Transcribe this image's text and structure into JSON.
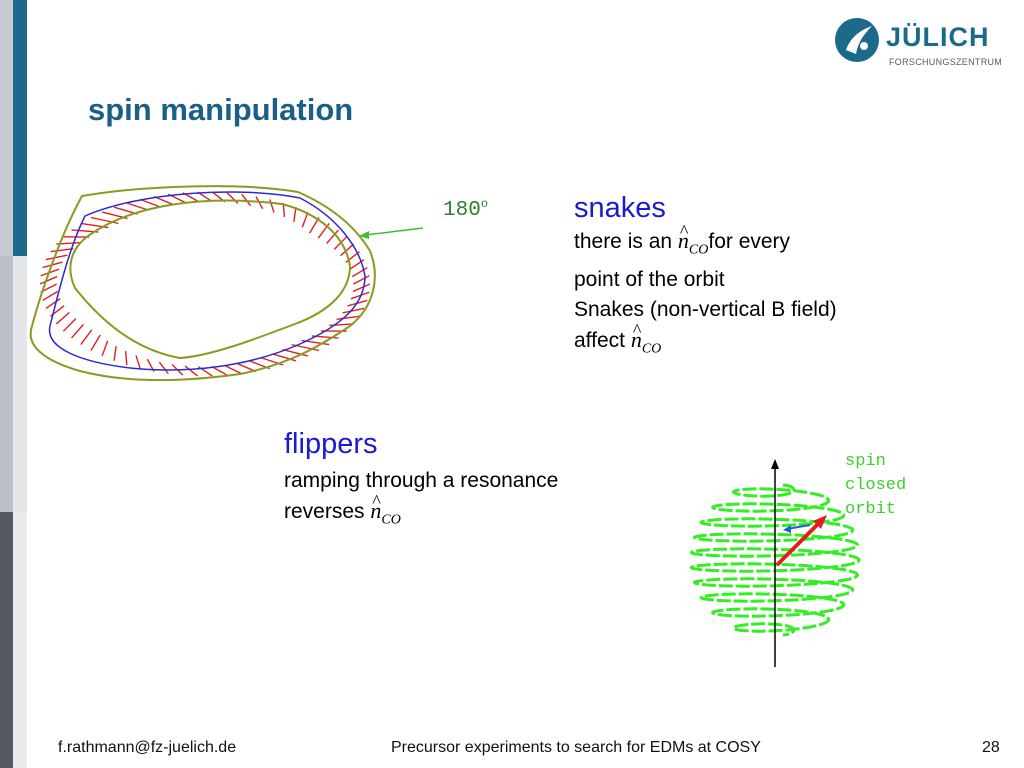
{
  "logo": {
    "name": "JÜLICH",
    "sub": "FORSCHUNGSZENTRUM"
  },
  "slide": {
    "title": "spin manipulation"
  },
  "figure_left": {
    "angle_label": "180",
    "angle_sup": "o"
  },
  "snakes": {
    "heading": "snakes",
    "line1_pre": "there is an",
    "line1_post": "for every",
    "line2": "point of the orbit",
    "line3": "Snakes (non-vertical B field)",
    "line4_pre": "affect"
  },
  "flippers": {
    "heading": "flippers",
    "line1": "ramping through a resonance",
    "line2_pre": "reverses"
  },
  "math": {
    "n": "n",
    "hat": "^",
    "sub": "CO"
  },
  "spin_label": [
    "spin",
    "closed",
    "orbit"
  ],
  "footer": {
    "email": "f.rathmann@fz-juelich.de",
    "center": "Precursor experiments to search for EDMs at COSY",
    "page": "28"
  },
  "colors": {
    "title": "#1b5f86",
    "heading": "#1a1ad0",
    "spiral": "#33ee22",
    "arrow_red": "#e02020",
    "arrow_blue": "#2060e0",
    "ribbon_red": "#e02020",
    "ribbon_edge": "#8a9a20",
    "orbit_blue": "#2a2ad0"
  }
}
